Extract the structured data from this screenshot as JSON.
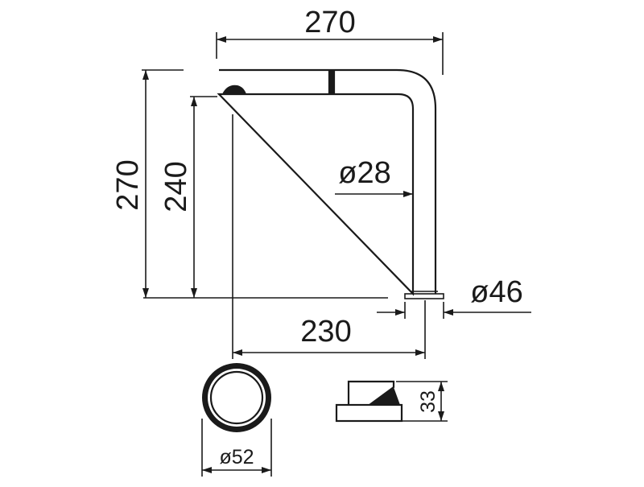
{
  "dimensions": {
    "spout_reach_top": "270",
    "total_height": "270",
    "spout_height": "240",
    "spout_tube_dia": "ø28",
    "base_dia": "ø46",
    "base_reach": "230",
    "escutcheon_dia": "ø52",
    "lever_height": "33"
  },
  "colors": {
    "line": "#1a1a1a",
    "background": "#ffffff"
  }
}
